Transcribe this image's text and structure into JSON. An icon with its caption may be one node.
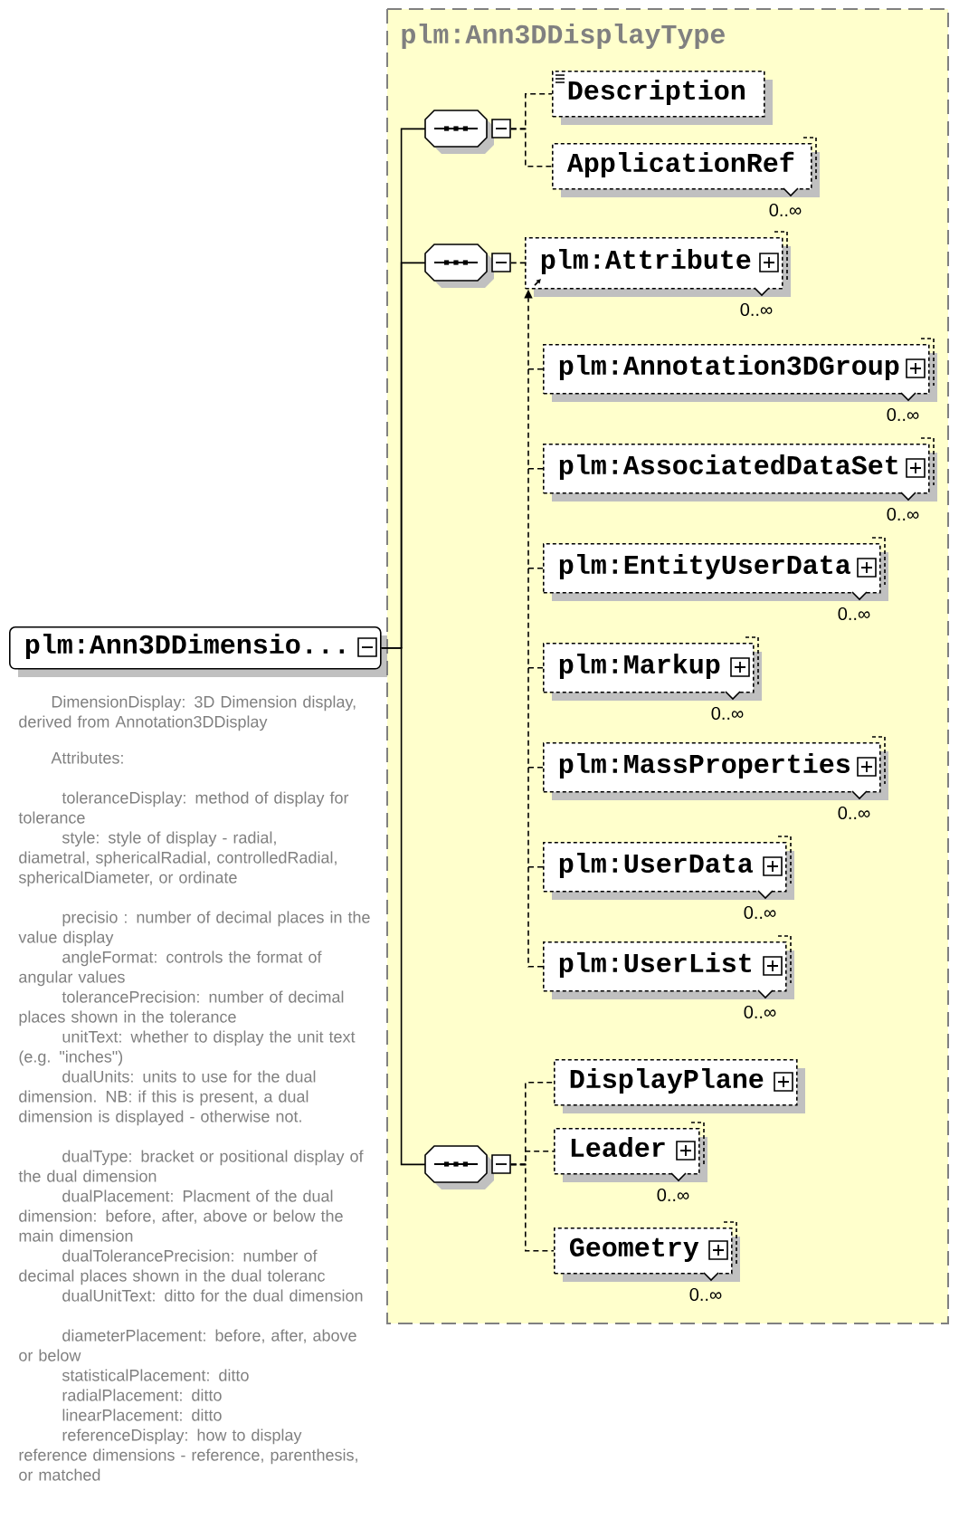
{
  "diagram": {
    "nodes": [
      {
        "text": [
          "plm:Ann3DDimensio..."
        ],
        "beside": [
          "DimensionDisplay: 3D Dimension display, derived from Annotation3DDisplay",
          "Attributes:",
          "toleranceDisplay: method of display for tolerance",
          "style: style of display - radial, diametral, sphericalRadial, controlledRadial, sphericalDiameter, or ordinate",
          "precisio : number of decimal places in the value display",
          "angleFormat: controls the format of angular values",
          "tolerancePrecision: number of decimal places shown in the tolerance",
          "unitText: whether to display the unit text (e.g. \"inches\")",
          "dualUnits: units to use for the dual dimension. NB: if this is present, a dual dimension is displayed - otherwise not.",
          "dualType: bracket or positional display of the dual dimension",
          "dualPlacement: Placment of the dual dimension: before, after, above or below the main dimension",
          "dualTolerancePrecision: number of decimal places shown in the dual toleranc",
          "dualUnitText: ditto for the dual dimension",
          "diameterPlacement: before, after, above or below",
          "statisticalPlacement: ditto",
          "radialPlacement: ditto",
          "linearPlacement: ditto",
          "referenceDisplay: how to display reference dimensions - reference, parenthesis, or matched"
        ]
      },
      {
        "text": [
          "plm:Ann3DDisplayType"
        ]
      },
      {
        "text": [],
        "shape": "octagon",
        "in": 1
      },
      {
        "text": [
          "Description"
        ],
        "in": 1
      },
      {
        "text": [
          "ApplicationRef"
        ],
        "beside": [
          "0..∞"
        ],
        "in": 1
      },
      {
        "text": [],
        "shape": "octagon",
        "in": 1
      },
      {
        "text": [
          "plm:Attribute"
        ],
        "beside": [
          "0..∞"
        ],
        "in": 1
      },
      {
        "text": [
          "plm:Annotation3DGroup"
        ],
        "beside": [
          "0..∞"
        ],
        "in": 1
      },
      {
        "text": [
          "plm:AssociatedDataSet"
        ],
        "beside": [
          "0..∞"
        ],
        "in": 1
      },
      {
        "text": [
          "plm:EntityUserData"
        ],
        "beside": [
          "0..∞"
        ],
        "in": 1
      },
      {
        "text": [
          "plm:Markup"
        ],
        "beside": [
          "0..∞"
        ],
        "in": 1
      },
      {
        "text": [
          "plm:MassProperties"
        ],
        "beside": [
          "0..∞"
        ],
        "in": 1
      },
      {
        "text": [
          "plm:UserData"
        ],
        "beside": [
          "0..∞"
        ],
        "in": 1
      },
      {
        "text": [
          "plm:UserList"
        ],
        "beside": [
          "0..∞"
        ],
        "in": 1
      },
      {
        "text": [],
        "shape": "octagon",
        "in": 1
      },
      {
        "text": [
          "DisplayPlane"
        ],
        "in": 1
      },
      {
        "text": [
          "Leader"
        ],
        "beside": [
          "0..∞"
        ],
        "in": 1
      },
      {
        "text": [
          "Geometry"
        ],
        "beside": [
          "0..∞"
        ],
        "in": 1
      }
    ],
    "edges": [
      {
        "from": 0,
        "to": 2,
        "arrow": "none"
      },
      {
        "from": 0,
        "to": 5,
        "arrow": "none"
      },
      {
        "from": 0,
        "to": 14,
        "arrow": "none"
      },
      {
        "from": 2,
        "to": 3,
        "arrow": "none",
        "style": "dashed"
      },
      {
        "from": 2,
        "to": 4,
        "arrow": "none",
        "style": "dashed"
      },
      {
        "from": 5,
        "to": 6,
        "arrow": "none",
        "style": "dashed"
      },
      {
        "from": 7,
        "to": 6,
        "arrow": "to",
        "style": "dashed"
      },
      {
        "from": 8,
        "to": 6,
        "arrow": "to",
        "style": "dashed"
      },
      {
        "from": 9,
        "to": 6,
        "arrow": "to",
        "style": "dashed"
      },
      {
        "from": 10,
        "to": 6,
        "arrow": "to",
        "style": "dashed"
      },
      {
        "from": 11,
        "to": 6,
        "arrow": "to",
        "style": "dashed"
      },
      {
        "from": 12,
        "to": 6,
        "arrow": "to",
        "style": "dashed"
      },
      {
        "from": 13,
        "to": 6,
        "arrow": "to",
        "style": "dashed"
      },
      {
        "from": 14,
        "to": 15,
        "arrow": "none",
        "style": "dashed"
      },
      {
        "from": 14,
        "to": 16,
        "arrow": "none",
        "style": "dashed"
      },
      {
        "from": 14,
        "to": 17,
        "arrow": "none",
        "style": "dashed"
      }
    ]
  }
}
